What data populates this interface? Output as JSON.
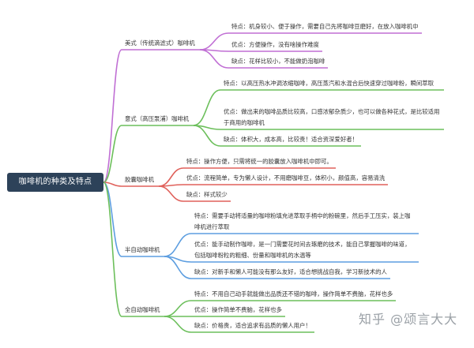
{
  "root": "咖啡机的种类及特点",
  "colors": {
    "root_bg": "#2d4259",
    "branch_1": "#c06fd4",
    "branch_2": "#6cbf5b",
    "branch_3": "#e0615b",
    "branch_4": "#5d9ee0",
    "branch_5": "#6cbf5b"
  },
  "branches": [
    {
      "label": "美式（传统滴滤式）咖啡机",
      "details": [
        "特点：机身较小、便于操作，需要自己先将咖啡豆磨好，在放入咖啡机中",
        "优点：方便操作，没有啥操作难度",
        "缺点：花样比较小，不能做奶泡咖啡"
      ]
    },
    {
      "label": "意式（高压泵浦）咖啡机",
      "details": [
        "特点：以高压热水冲调浓缩咖啡，高压蒸汽和水混合后快速穿过咖啡粉，瞬间萃取",
        "优点：做出来的咖啡品质比较高，口感浓郁杂质少，也可以做各种花式，是比较适用于商用的咖啡机",
        "缺点：体积大，成本高，比较贵！适合资深爱好者！"
      ]
    },
    {
      "label": "胶囊咖啡机",
      "details": [
        "特点：操作方便，只需将统一的胶囊放入咖啡机中即可。",
        "优点：流程简单，专为懒人设计，不用磨咖啡豆，体积小，颜值高，容易清洗",
        "缺点：样式较少"
      ]
    },
    {
      "label": "半自动咖啡机",
      "details": [
        "特点：需要手动将适量的咖啡粉填充进萃取手柄中的粉碗里，然后手工压实，装上咖啡机进行萃取",
        "优点：能手动制作咖啡，是一门需要花时间去琢磨的技术，能自己掌握咖啡的味道，包括咖啡粉粒的粗细、份量和咖啡机的水温等",
        "缺点：对新手和懒人可能没有那么友好，适合想挑战自我，学习新技术的人"
      ]
    },
    {
      "label": "全自动咖啡机",
      "details": [
        "特点：不用自己动手就能做出品质还不错的咖啡，操作简单不费脑，花样也多",
        "优点：操作简单不费脑，花样也多",
        "缺点：价格贵，适合追求有品质的懒人用户！"
      ]
    }
  ],
  "watermark": "知乎 @颂言大大"
}
